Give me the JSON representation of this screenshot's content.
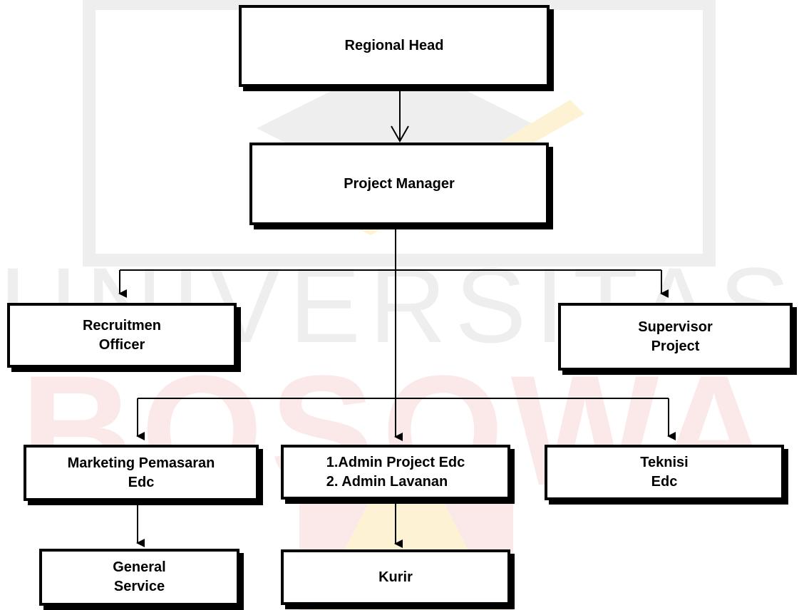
{
  "watermark": {
    "text_top": "UNIVERSITAS",
    "text_bottom": "BOSOWA",
    "gray": "#eeeeee",
    "red": "#fbe9e9",
    "gold": "#fdf3d4"
  },
  "nodes": {
    "regional_head": "Regional Head",
    "project_manager": "Project Manager",
    "recruitmen_officer": {
      "line1": "Recruitmen",
      "line2": "Officer"
    },
    "supervisor_project": {
      "line1": "Supervisor",
      "line2": "Project"
    },
    "marketing": {
      "line1": "Marketing Pemasaran",
      "line2": "Edc"
    },
    "admin": {
      "line1": "1.Admin Project Edc",
      "line2": "2. Admin Lavanan"
    },
    "teknisi": {
      "line1": "Teknisi",
      "line2": "Edc"
    },
    "general_service": {
      "line1": "General",
      "line2": "Service"
    },
    "kurir": "Kurir"
  },
  "colors": {
    "line": "#000000",
    "box_border": "#000000",
    "box_fill": "#ffffff"
  }
}
